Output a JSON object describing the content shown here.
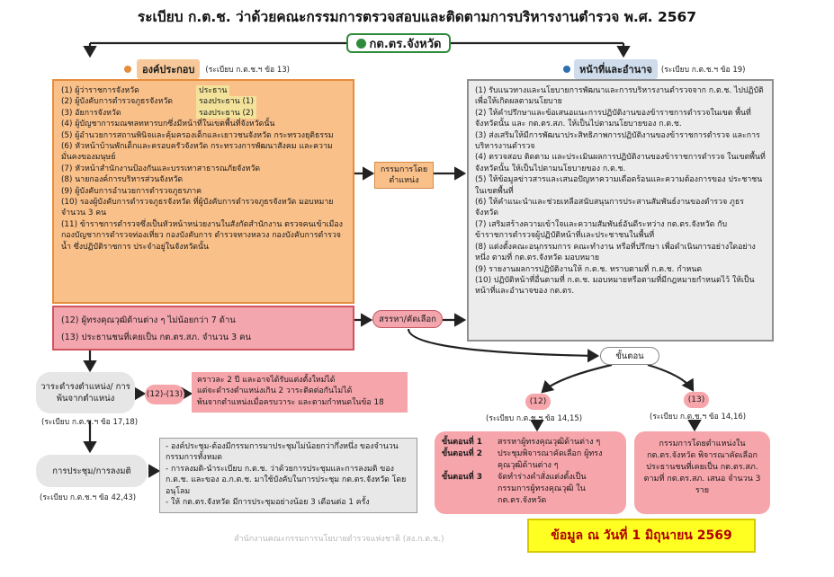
{
  "title": "ระเบียบ ก.ต.ช. ว่าด้วยคณะกรรมการตรวจสอบและติดตามการบริหารงานตำรวจ พ.ศ. 2567",
  "center": "กต.ตร.จังหวัด",
  "composition": {
    "label": "องค์ประกอบ",
    "ref": "(ระเบียบ ก.ต.ช.ฯ ข้อ 13)",
    "items": [
      {
        "text": "(1) ผู้ว่าราชการจังหวัด",
        "role": "ประธาน"
      },
      {
        "text": "(2) ผู้บังคับการตำรวจภูธรจังหวัด",
        "role": "รองประธาน (1)"
      },
      {
        "text": "(3) อัยการจังหวัด",
        "role": "รองประธาน (2)"
      },
      {
        "text": "(4) ผู้บัญชาการมณฑลทหารบกซึ่งมีหน้าที่ในเขตพื้นที่จังหวัดนั้น"
      },
      {
        "text": "(5) ผู้อำนวยการสถานพินิจและคุ้มครองเด็กและเยาวชนจังหวัด กระทรวงยุติธรรม"
      },
      {
        "text": "(6) หัวหน้าบ้านพักเด็กและครอบครัวจังหวัด กระทรวงการพัฒนาสังคม และความมั่นคงของมนุษย์"
      },
      {
        "text": "(7) หัวหน้าสำนักงานป้องกันและบรรเทาสาธารณภัยจังหวัด"
      },
      {
        "text": "(8) นายกองค์การบริหารส่วนจังหวัด"
      },
      {
        "text": "(9) ผู้บังคับการอำนวยการตำรวจภูธรภาค"
      },
      {
        "text": "(10) รองผู้บังคับการตำรวจภูธรจังหวัด ที่ผู้บังคับการตำรวจภูธรจังหวัด มอบหมาย จำนวน 3 คน"
      },
      {
        "text": "(11) ข้าราชการตำรวจซึ่งเป็นหัวหน้าหน่วยงานในสังกัดสำนักงาน ตรวจคนเข้าเมือง กองบัญชาการตำรวจท่องเที่ยว กองบังคับการ ตำรวจทางหลวง กองบังคับการตำรวจน้ำ ซึ่งปฏิบัติราชการ ประจำอยู่ในจังหวัดนั้น"
      }
    ],
    "extra": [
      "(12) ผู้ทรงคุณวุฒิด้านต่าง ๆ ไม่น้อยกว่า 7 ด้าน",
      "(13) ประธานชนที่เคยเป็น กต.ตร.สภ. จำนวน 3 คน"
    ]
  },
  "committee_box": "กรรมการโดยตำแหน่ง",
  "select_label": "สรรหา/คัดเลือก",
  "duties": {
    "label": "หน้าที่และอำนาจ",
    "ref": "(ระเบียบ ก.ต.ช.ฯ ข้อ 19)",
    "items": [
      "(1) รับแนวทางและนโยบายการพัฒนาและการบริหารงานตำรวจจาก ก.ต.ช. ไปปฏิบัติเพื่อให้เกิดผลตามนโยบาย",
      "(2) ให้คำปรึกษาและข้อเสนอแนะการปฏิบัติงานของข้าราชการตำรวจในเขต พื้นที่จังหวัดนั้น และ กต.ตร.สภ. ให้เป็นไปตามนโยบายของ ก.ต.ช.",
      "(3) ส่งเสริมให้มีการพัฒนาประสิทธิภาพการปฏิบัติงานของข้าราชการตำรวจ และการบริหารงานตำรวจ",
      "(4) ตรวจสอบ ติดตาม และประเมินผลการปฏิบัติงานของข้าราชการตำรวจ ในเขตพื้นที่จังหวัดนั้น ให้เป็นไปตามนโยบายของ ก.ต.ช.",
      "(5) ให้ข้อมูลข่าวสารและเสนอปัญหาความเดือดร้อนและความต้องการของ ประชาชนในเขตพื้นที่",
      "(6) ให้คำแนะนำและช่วยเหลือสนับสนุนการประสานสัมพันธ์งานของตำรวจ ภูธรจังหวัด",
      "(7) เสริมสร้างความเข้าใจและความสัมพันธ์อันดีระหว่าง กต.ตร.จังหวัด กับ ข้าราชการตำรวจผู้ปฏิบัติหน้าที่และประชาชนในพื้นที่",
      "(8) แต่งตั้งคณะอนุกรรมการ คณะทำงาน หรือที่ปรึกษา เพื่อดำเนินการอย่างใดอย่างหนึ่ง ตามที่ กต.ตร.จังหวัด มอบหมาย",
      "(9) รายงานผลการปฏิบัติงานให้ ก.ต.ช. ทราบตามที่ ก.ต.ช. กำหนด",
      "(10) ปฏิบัติหน้าที่อื่นตามที่ ก.ต.ช. มอบหมายหรือตามที่มีกฎหมายกำหนดไว้ ให้เป็นหน้าที่และอำนาจของ กต.ตร."
    ]
  },
  "steps_label": "ขั้นตอน",
  "term": {
    "label": "วาระดำรงตำแหน่ง/ การพ้นจากตำแหน่ง",
    "ref": "(ระเบียบ ก.ต.ช.ฯ ข้อ 17,18)",
    "tag": "(12)-(13)",
    "notes": [
      "คราวละ 2 ปี และอาจได้รับแต่งตั้งใหม่ได้",
      "แต่จะดำรงตำแหน่งเกิน 2 วาระติดต่อกันไม่ได้",
      "พ้นจากตำแหน่งเมื่อครบวาระ และตามกำหนดในข้อ 18"
    ]
  },
  "meeting": {
    "label": "การประชุม/การลงมติ",
    "ref": "(ระเบียบ ก.ต.ช.ฯ ข้อ 42,43)",
    "notes": [
      "- องค์ประชุม-ต้องมีกรรมการมาประชุมไม่น้อยกว่ากึ่งหนึ่ง ของจำนวนกรรมการทั้งหมด",
      "- การลงมติ-นำระเบียบ ก.ต.ช. ว่าด้วยการประชุมและการลงมติ ของ ก.ต.ช. และของ อ.ก.ต.ช. มาใช้บังคับในการประชุม กต.ตร.จังหวัด โดยอนุโลม",
      "- ให้ กต.ตร.จังหวัด มีการประชุมอย่างน้อย 3 เดือนต่อ 1 ครั้ง"
    ]
  },
  "step12": {
    "tag": "(12)",
    "ref": "(ระเบียบ ก.ต.ช.ฯ ข้อ 14,15)",
    "steps": [
      {
        "head": "ขั้นตอนที่ 1",
        "text": "สรรหาผู้ทรงคุณวุฒิด้านต่าง ๆ"
      },
      {
        "head": "ขั้นตอนที่ 2",
        "text": "ประชุมพิจารณาคัดเลือก ผู้ทรงคุณวุฒิด้านต่าง ๆ"
      },
      {
        "head": "ขั้นตอนที่ 3",
        "text": "จัดทำร่างคำสั่งแต่งตั้งเป็น กรรมการผู้ทรงคุณวุฒิ ใน กต.ตร.จังหวัด"
      }
    ]
  },
  "step13": {
    "tag": "(13)",
    "ref": "(ระเบียบ ก.ต.ช.ฯ ข้อ 14,16)",
    "text": "กรรมการโดยตำแหน่งใน กต.ตร.จังหวัด พิจารณาคัดเลือก ประธานชนที่เคยเป็น กต.ตร.สภ. ตามที่ กต.ตร.สภ. เสนอ จำนวน 3 ราย"
  },
  "footer_org": "สำนักงานคณะกรรมการนโยบายตำรวจแห่งชาติ (สง.ก.ต.ช.)",
  "date_note": "ข้อมูล ณ วันที่ 1 มิถุนายน 2569",
  "colors": {
    "orange": "#f9c08a",
    "pink": "#f3a6ad",
    "green": "#2e8b3a",
    "blue": "#2f6fb0",
    "yellow": "#ffff22"
  }
}
